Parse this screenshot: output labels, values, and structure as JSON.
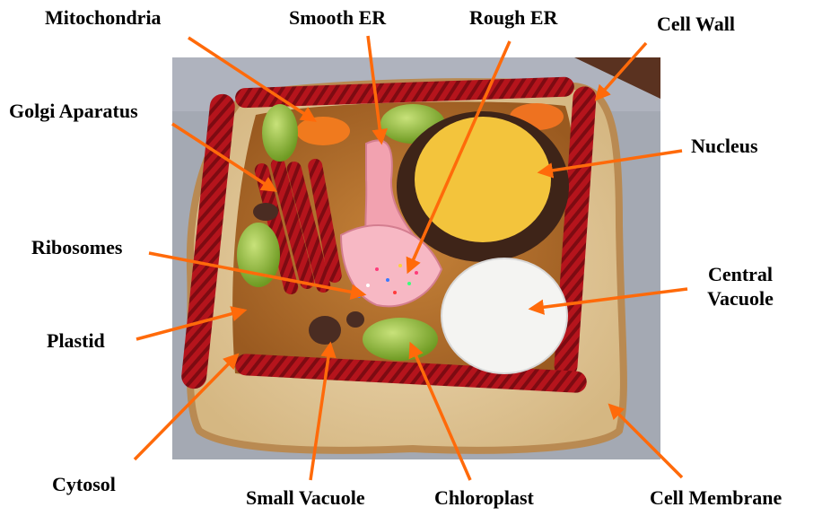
{
  "labels": {
    "mitochondria": "Mitochondria",
    "smooth_er": "Smooth ER",
    "rough_er": "Rough ER",
    "cell_wall": "Cell Wall",
    "golgi": "Golgi Aparatus",
    "nucleus": "Nucleus",
    "ribosomes": "Ribosomes",
    "central_vacuole_1": "Central",
    "central_vacuole_2": "Vacuole",
    "plastid": "Plastid",
    "cytosol": "Cytosol",
    "small_vacuole": "Small Vacuole",
    "chloroplast": "Chloroplast",
    "cell_membrane": "Cell Membrane"
  },
  "colors": {
    "arrow": "#ff6a0a",
    "text": "#000000",
    "bread_crust": "#b98a52",
    "bread": "#e6cfa6",
    "peanut_butter": "#b8702a",
    "licorice": "#b5141c",
    "grape": "#8fbf3a",
    "nucleus_yellow": "#f3c43c",
    "cookie": "#3e2418",
    "marshmallow": "#f4f4f2",
    "ham": "#f2a2b0",
    "jellybean": "#f07a1e",
    "chocolate": "#4a2c22",
    "photo_bg": "#9ea3ae"
  }
}
